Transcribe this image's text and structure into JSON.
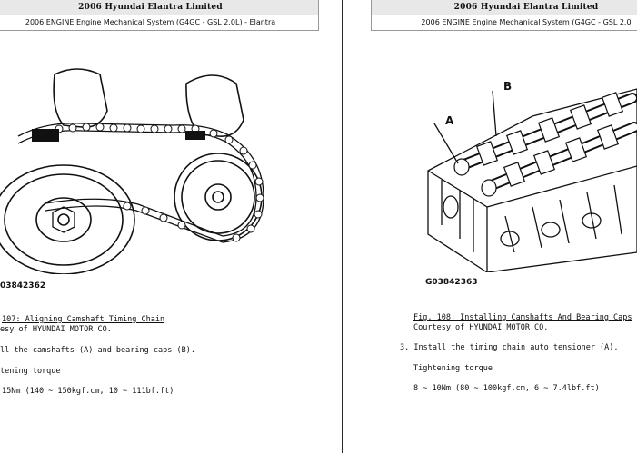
{
  "header": {
    "title": "2006 Hyundai Elantra Limited",
    "subtitle": "2006 ENGINE Engine Mechanical System (G4GC - GSL 2.0L) - Elantra",
    "subtitle_right": "2006 ENGINE Engine Mechanical System (G4GC - GSL 2.0"
  },
  "left": {
    "figure_code": "03842362",
    "caption": "107: Aligning Camshaft Timing Chain",
    "courtesy": "esy of HYUNDAI MOTOR CO.",
    "step_text": "ll the camshafts (A) and bearing caps (B).",
    "torque_label": "tening torque",
    "torque_value": "15Nm (140 ~ 150kgf.cm, 10 ~ 111bf.ft)"
  },
  "right": {
    "label_a": "A",
    "label_b": "B",
    "figure_code": "G03842363",
    "caption": "Fig. 108: Installing Camshafts And Bearing Caps",
    "courtesy": "Courtesy of HYUNDAI MOTOR CO.",
    "step_text": "3. Install the timing chain auto tensioner (A).",
    "torque_label": "Tightening torque",
    "torque_value": "8 ~ 10Nm (80 ~ 100kgf.cm, 6 ~ 7.4lbf.ft)"
  }
}
